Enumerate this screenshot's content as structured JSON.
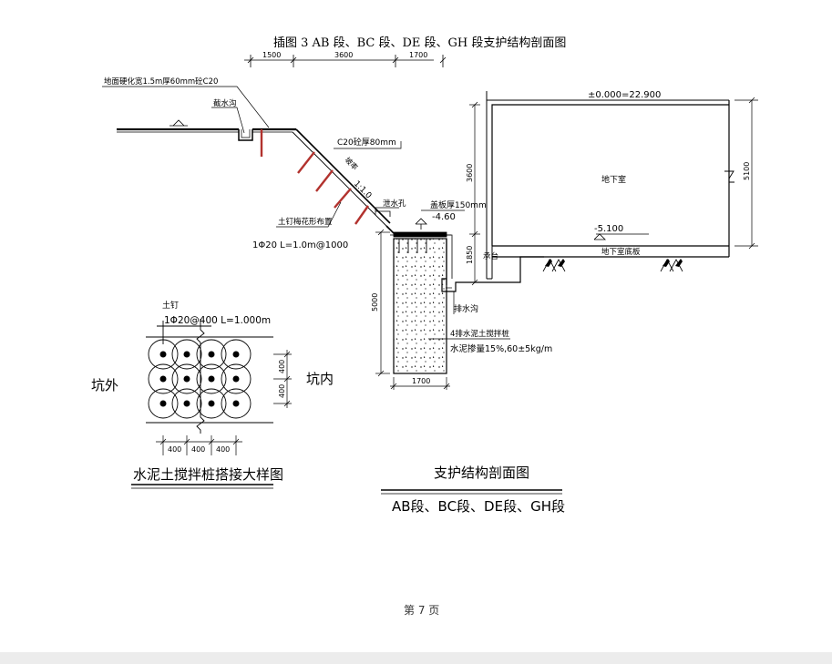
{
  "figure_caption": "插图 3 AB 段、BC 段、DE 段、GH 段支护结构剖面图",
  "top_dims": [
    "1500",
    "3600",
    "1700"
  ],
  "slope": {
    "ground_hardening": "地面硬化宽1.5m厚60mm砼C20",
    "intercept_ditch": "截水沟",
    "shotcrete": "C20砼厚80mm",
    "slope_word": "坡率",
    "slope_ratio": "1:1.0",
    "drain_hole": "泄水孔",
    "nail_layout": "土钉梅花形布置",
    "nail_spec": "1Φ20   L=1.0m@1000"
  },
  "pile": {
    "cap_beam": "盖板厚150mm",
    "cap_elev": "-4.60",
    "dim_1850": "1850",
    "dim_5000": "5000",
    "dim_3600": "3600",
    "width_1700": "1700",
    "pile_desc": "4排水泥土搅拌桩",
    "cement_desc": "水泥掺量15%,60±5kg/m",
    "drain_ditch": "排水沟",
    "platform": "承台"
  },
  "basement": {
    "elev_top": "±0.000=22.900",
    "name": "地下室",
    "elev_floor": "-5.100",
    "floor_slab": "地下室底板",
    "height_dim": "5100"
  },
  "detail": {
    "nail_label": "土钉",
    "nail_spec": "1Φ20@400  L=1.000m",
    "outside": "坑外",
    "inside": "坑内",
    "dim_v1": "400",
    "dim_v2": "400",
    "dim_h": [
      "400",
      "400",
      "400"
    ],
    "title": "水泥土搅拌桩搭接大样图"
  },
  "section_title": "支护结构剖面图",
  "section_subtitle": "AB段、BC段、DE段、GH段",
  "page_number": "第 7 页"
}
